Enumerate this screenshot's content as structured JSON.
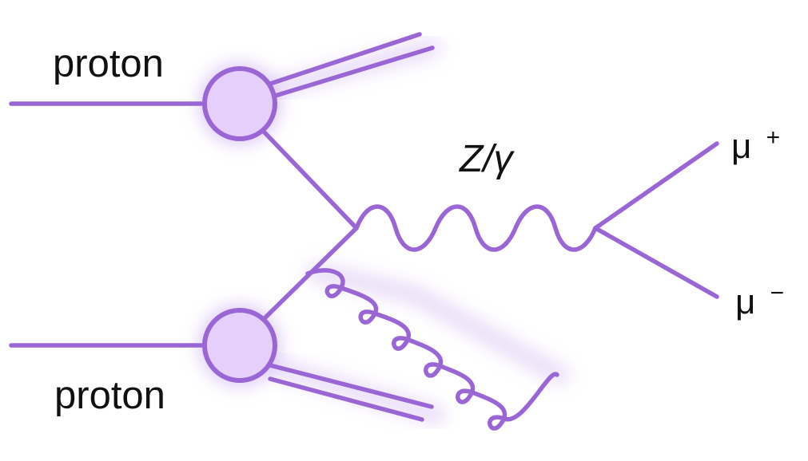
{
  "labels": {
    "proton_top": "proton",
    "proton_bottom": "proton",
    "boson": "Z/γ",
    "muon_plus_base": "μ",
    "muon_plus_charge": "+",
    "muon_minus_base": "μ",
    "muon_minus_charge": "−"
  },
  "colors": {
    "line": "#9a66d6",
    "glow": "#c7a6ef",
    "blob_fill": "#e6cffb",
    "text": "#111111"
  }
}
